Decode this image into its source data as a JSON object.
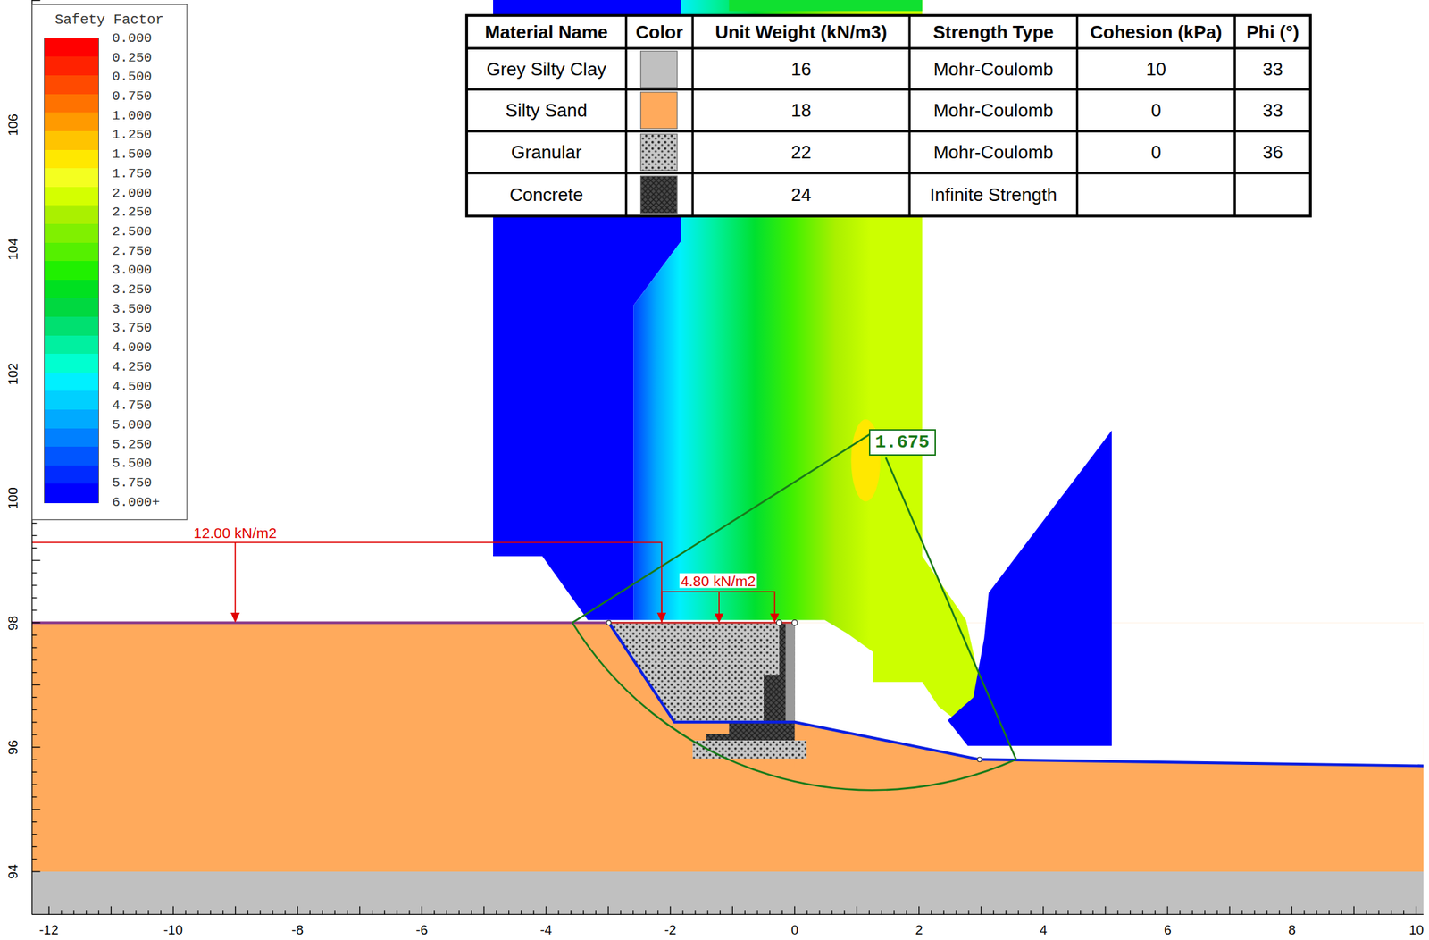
{
  "diagram": {
    "nodes": [
      {
        "text": [
          "1.675"
        ]
      }
    ],
    "labels": [
      "Safety Factor",
      "Material Name",
      "Color",
      "Unit Weight (kN/m3)",
      "Strength Type",
      "Cohesion (kPa)",
      "Phi (°)",
      "Grey Silty Clay",
      "16",
      "Mohr-Coulomb",
      "10",
      "33",
      "Silty Sand",
      "18",
      "Mohr-Coulomb",
      "0",
      "33",
      "Granular",
      "22",
      "Mohr-Coulomb",
      "0",
      "36",
      "Concrete",
      "24",
      "Infinite Strength",
      "12.00 kN/m2",
      "4.80 kN/m2",
      "-12",
      "-10",
      "-8",
      "-6",
      "-4",
      "-2",
      "0",
      "2",
      "4",
      "6",
      "8",
      "10",
      "94",
      "96",
      "98",
      "100",
      "102",
      "104",
      "106"
    ],
    "legend": [
      {
        "text": "0.000",
        "color": "#ff0000"
      },
      {
        "text": "0.250",
        "color": "#ff2200"
      },
      {
        "text": "0.500",
        "color": "#ff4a00"
      },
      {
        "text": "0.750",
        "color": "#ff7200"
      },
      {
        "text": "1.000",
        "color": "#ff9a00"
      },
      {
        "text": "1.250",
        "color": "#ffc400"
      },
      {
        "text": "1.500",
        "color": "#ffe800"
      },
      {
        "text": "1.750",
        "color": "#f4ff20"
      },
      {
        "text": "2.000",
        "color": "#d4ff00"
      },
      {
        "text": "2.250",
        "color": "#aaf000"
      },
      {
        "text": "2.500",
        "color": "#80f000"
      },
      {
        "text": "2.750",
        "color": "#55f000"
      },
      {
        "text": "3.000",
        "color": "#20f000"
      },
      {
        "text": "3.250",
        "color": "#00e020"
      },
      {
        "text": "3.500",
        "color": "#00d840"
      },
      {
        "text": "3.750",
        "color": "#00e070"
      },
      {
        "text": "4.000",
        "color": "#00f0a0"
      },
      {
        "text": "4.250",
        "color": "#00ffd0"
      },
      {
        "text": "4.500",
        "color": "#00f0ff"
      },
      {
        "text": "4.750",
        "color": "#00d0ff"
      },
      {
        "text": "5.000",
        "color": "#00aaff"
      },
      {
        "text": "5.250",
        "color": "#0080ff"
      },
      {
        "text": "5.500",
        "color": "#0055ff"
      },
      {
        "text": "5.750",
        "color": "#002aff"
      },
      {
        "text": "6.000+",
        "color": "#0000ff"
      }
    ]
  }
}
